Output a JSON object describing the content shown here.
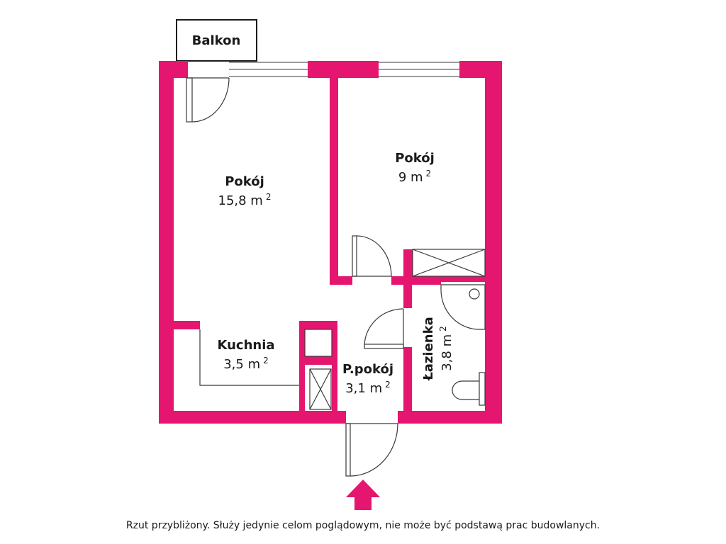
{
  "colors": {
    "wall": "#e4166f",
    "line": "#3a3a3a",
    "background": "#ffffff",
    "text": "#1a1a1a"
  },
  "balcony": {
    "label": "Balkon"
  },
  "rooms": [
    {
      "name": "Pokój",
      "area": "15,8 m",
      "sup": "2"
    },
    {
      "name": "Pokój",
      "area": "9 m",
      "sup": "2"
    },
    {
      "name": "Kuchnia",
      "area": "3,5 m",
      "sup": "2"
    },
    {
      "name": "P.pokój",
      "area": "3,1 m",
      "sup": "2"
    },
    {
      "name": "Łazienka",
      "area": "3,8 m",
      "sup": "2"
    }
  ],
  "entrance": {
    "icon": "entrance-arrow-icon"
  },
  "caption": "Rzut przybliżony. Służy jedynie celom poglądowym, nie może być podstawą prac budowlanych."
}
